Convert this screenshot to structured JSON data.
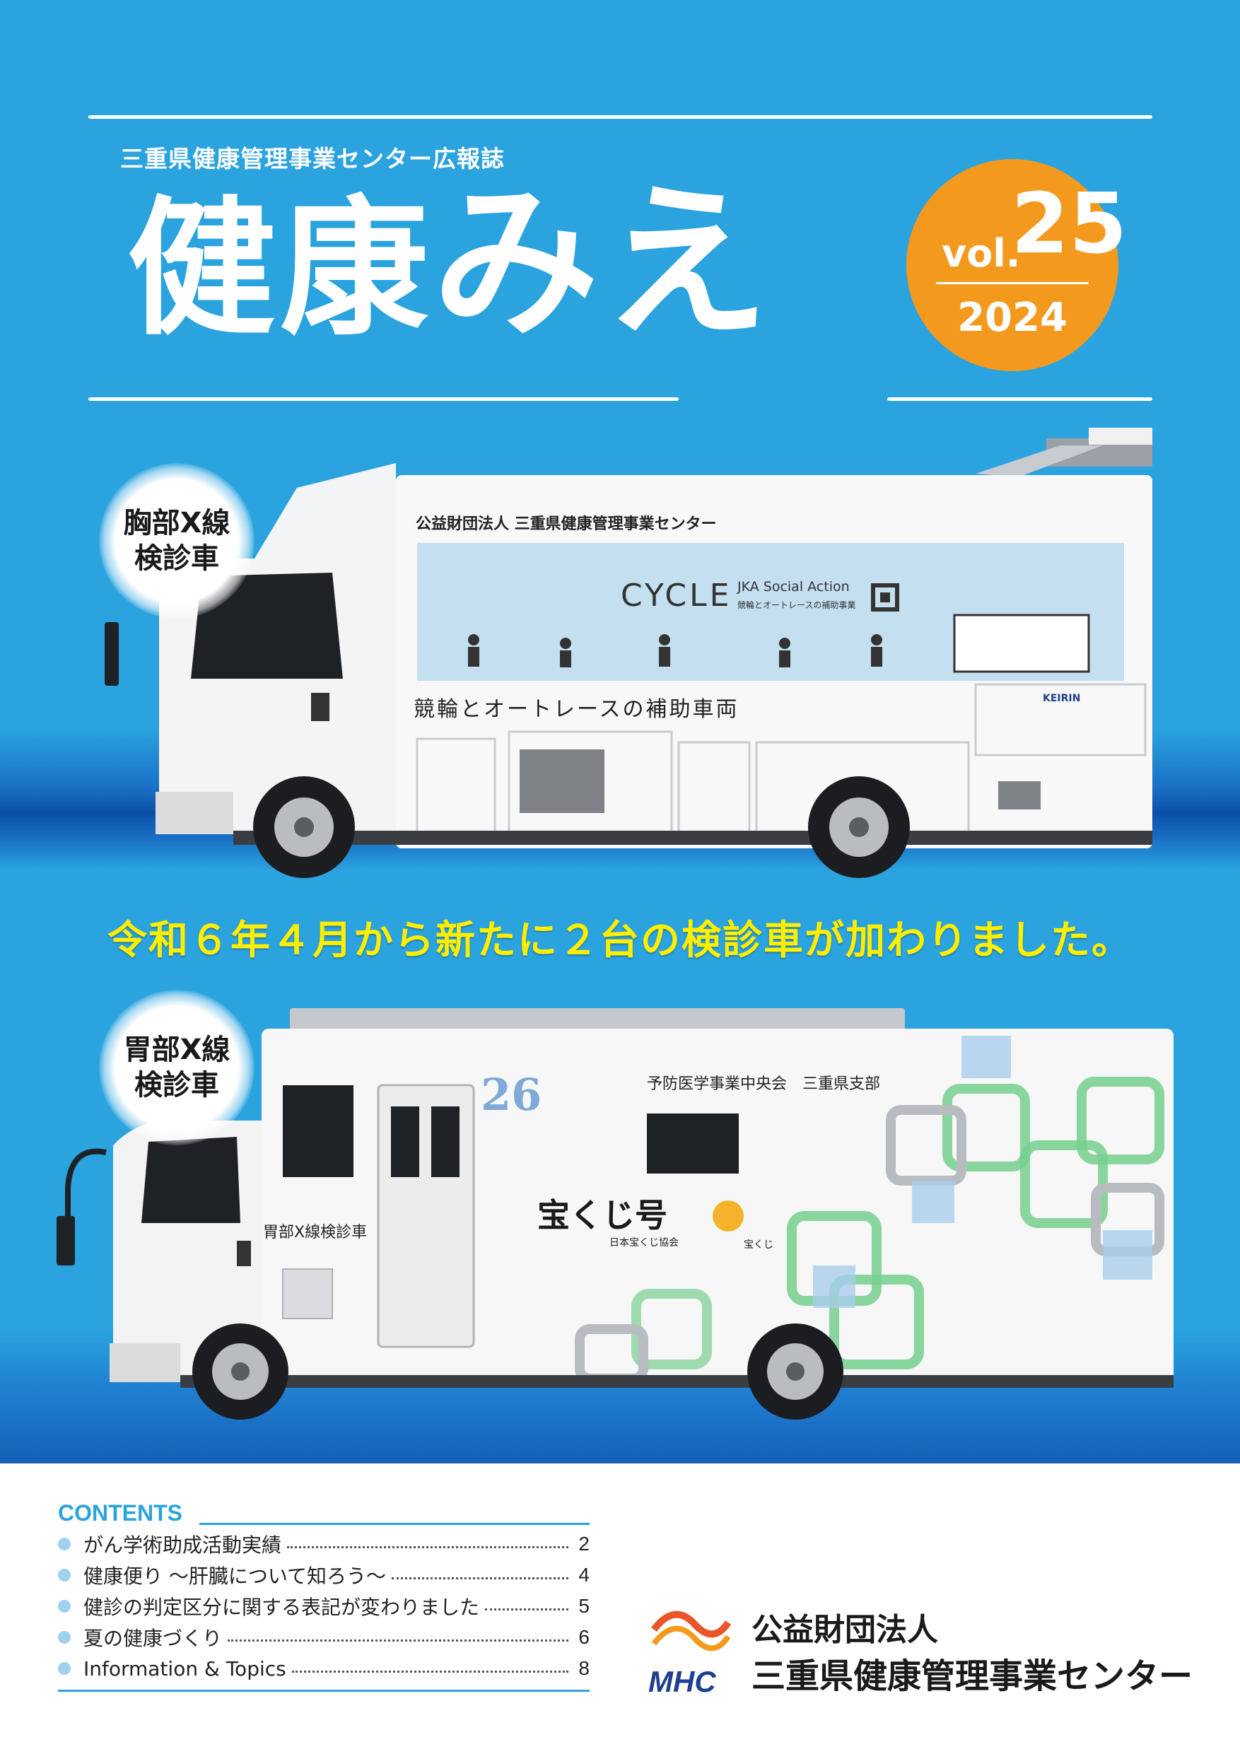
{
  "header": {
    "publisher": "三重県健康管理事業センター広報誌",
    "title_kanji": "健康",
    "title_kana": "みえ",
    "volume_label": "vol.",
    "volume_number": "25",
    "year": "2024"
  },
  "vehicles": [
    {
      "badge": "胸部X線\n検診車",
      "owner": "公益財団法人 三重県健康管理事業センター",
      "wrap_title": "CYCLE",
      "wrap_subtitle": "JKA Social Action",
      "wrap_caption": "競輪とオートレースの補助事業",
      "body_text": "競輪とオートレースの補助車両",
      "brand_logo": "KEIRIN"
    },
    {
      "badge": "胃部X線\n検診車",
      "owner": "予防医学事業中央会　三重県支部",
      "number": "26",
      "side_label": "胃部X線検診車",
      "lottery_logo": "宝くじ号",
      "lottery_org": "日本宝くじ協会",
      "lottery_mascot": "宝くじ"
    }
  ],
  "headline": "令和６年４月から新たに２台の検診車が加わりました。",
  "contents": {
    "heading": "CONTENTS",
    "items": [
      {
        "title": "がん学術助成活動実績",
        "page": "2"
      },
      {
        "title": "健康便り ～肝臓について知ろう～",
        "page": "4"
      },
      {
        "title": "健診の判定区分に関する表記が変わりました",
        "page": "5"
      },
      {
        "title": "夏の健康づくり",
        "page": "6"
      },
      {
        "title": "Information & Topics",
        "page": "8"
      }
    ]
  },
  "organization": {
    "type": "公益財団法人",
    "name": "三重県健康管理事業センター",
    "logo_text": "MHC"
  },
  "colors": {
    "cover_blue": "#2aa3df",
    "badge_orange": "#f39a1e",
    "headline_yellow": "#ffee00",
    "accent_blue": "#2aa3df",
    "logo_orange": "#e8562a",
    "logo_navy": "#1f3f8f"
  }
}
